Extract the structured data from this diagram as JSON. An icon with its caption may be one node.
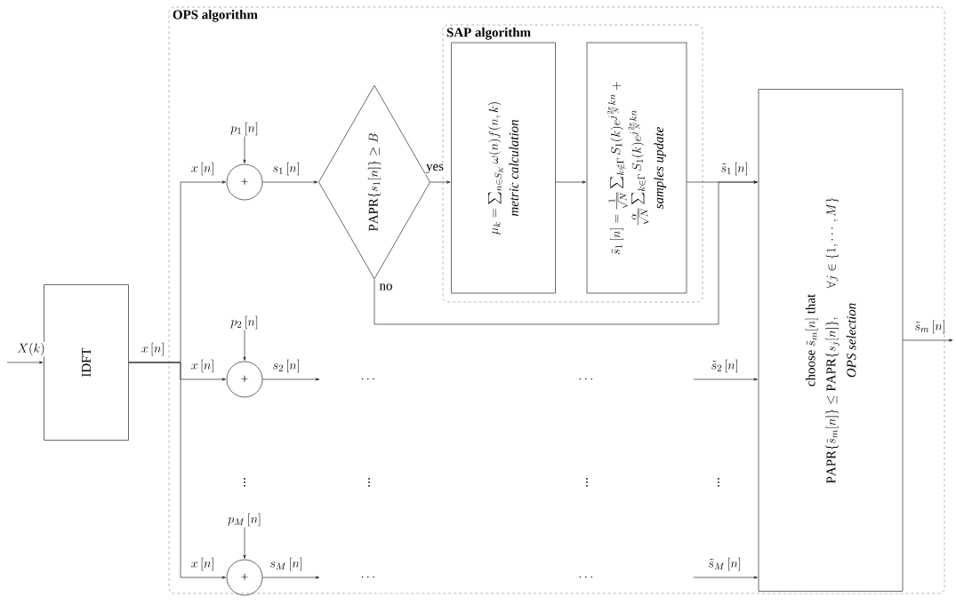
{
  "diagram": {
    "nodes": [
      {
        "text": [
          "OPS algorithm"
        ]
      },
      {
        "text": [
          "SAP algorithm"
        ],
        "in": 0
      },
      {
        "text": [
          "IDFT"
        ]
      },
      {
        "text": [
          "p_1\\,[n]"
        ],
        "in": 0
      },
      {
        "text": [
          "+"
        ],
        "in": 0
      },
      {
        "text": [
          "\\mathrm{PAPR}\\{s_1[n]\\} \\geq B"
        ],
        "in": 0
      },
      {
        "text": [
          "\\mu_k = \\sum_{n\\in S_K} \\omega(n) f(n,k)",
          "metric calculation"
        ],
        "in": 1
      },
      {
        "text": [
          "\\tilde{s}_1\\,[n] = \\frac{1}{\\sqrt{N}} \\sum_{k\\notin\\Gamma} S_1(k) e^{j\\frac{2\\pi}{N}kn} + \\frac{\\alpha}{\\sqrt{N}} \\sum_{k\\in\\Gamma} S_1(k) e^{j\\frac{2\\pi}{N}kn}",
          "samples update"
        ],
        "in": 1
      },
      {
        "text": [
          "\\text{choose } \\tilde{s}_m[n] \\text{ that}",
          "\\mathrm{PAPR}\\{\\tilde{s}_m[n]\\} \\leq \\mathrm{PAPR}\\{s_j[n]\\}, \\qquad \\forall j \\in \\{1,\\cdots,M\\}",
          "OPS selection"
        ],
        "in": 0
      },
      {
        "text": [
          "p_2\\,[n]"
        ],
        "in": 0
      },
      {
        "text": [
          "+"
        ],
        "in": 0
      },
      {
        "text": [
          "p_M\\,[n]"
        ],
        "in": 0
      },
      {
        "text": [
          "+"
        ],
        "in": 0
      }
    ],
    "edges": [
      {
        "from": null,
        "to": 2,
        "arrow": "to",
        "label": "X(k)"
      },
      {
        "from": 2,
        "to": 4,
        "arrow": "to",
        "label": "x\\,[n]"
      },
      {
        "from": 2,
        "to": 10,
        "arrow": "to",
        "label": "x\\,[n]"
      },
      {
        "from": 2,
        "to": 12,
        "arrow": "to",
        "label": "x\\,[n]"
      },
      {
        "from": 3,
        "to": 4,
        "arrow": "to"
      },
      {
        "from": 9,
        "to": 10,
        "arrow": "to"
      },
      {
        "from": 11,
        "to": 12,
        "arrow": "to"
      },
      {
        "from": 4,
        "to": 5,
        "arrow": "to",
        "label": "s_1\\,[n]"
      },
      {
        "from": 10,
        "to": null,
        "arrow": "to",
        "label": "s_2\\,[n]"
      },
      {
        "from": 12,
        "to": null,
        "arrow": "to",
        "label": "s_M\\,[n]"
      },
      {
        "from": 5,
        "to": 6,
        "arrow": "to",
        "label": "yes"
      },
      {
        "from": 6,
        "to": 7,
        "arrow": "to"
      },
      {
        "from": 7,
        "to": 8,
        "arrow": "to",
        "label": "\\tilde{s}_1\\,[n]"
      },
      {
        "from": 5,
        "to": 8,
        "arrow": "to",
        "label": "no"
      },
      {
        "from": null,
        "to": 8,
        "arrow": "to",
        "label": "\\tilde{s}_2\\,[n]"
      },
      {
        "from": null,
        "to": 8,
        "arrow": "to",
        "label": "\\tilde{s}_M\\,[n]"
      },
      {
        "from": 8,
        "to": null,
        "arrow": "to",
        "label": "\\tilde{s}_m\\,[n]"
      }
    ],
    "labels": [
      "x\\,[n]",
      "\\cdots",
      "\\cdots",
      "\\vdots",
      "\\vdots",
      "\\vdots",
      "\\vdots",
      "\\cdots",
      "\\cdots"
    ]
  }
}
